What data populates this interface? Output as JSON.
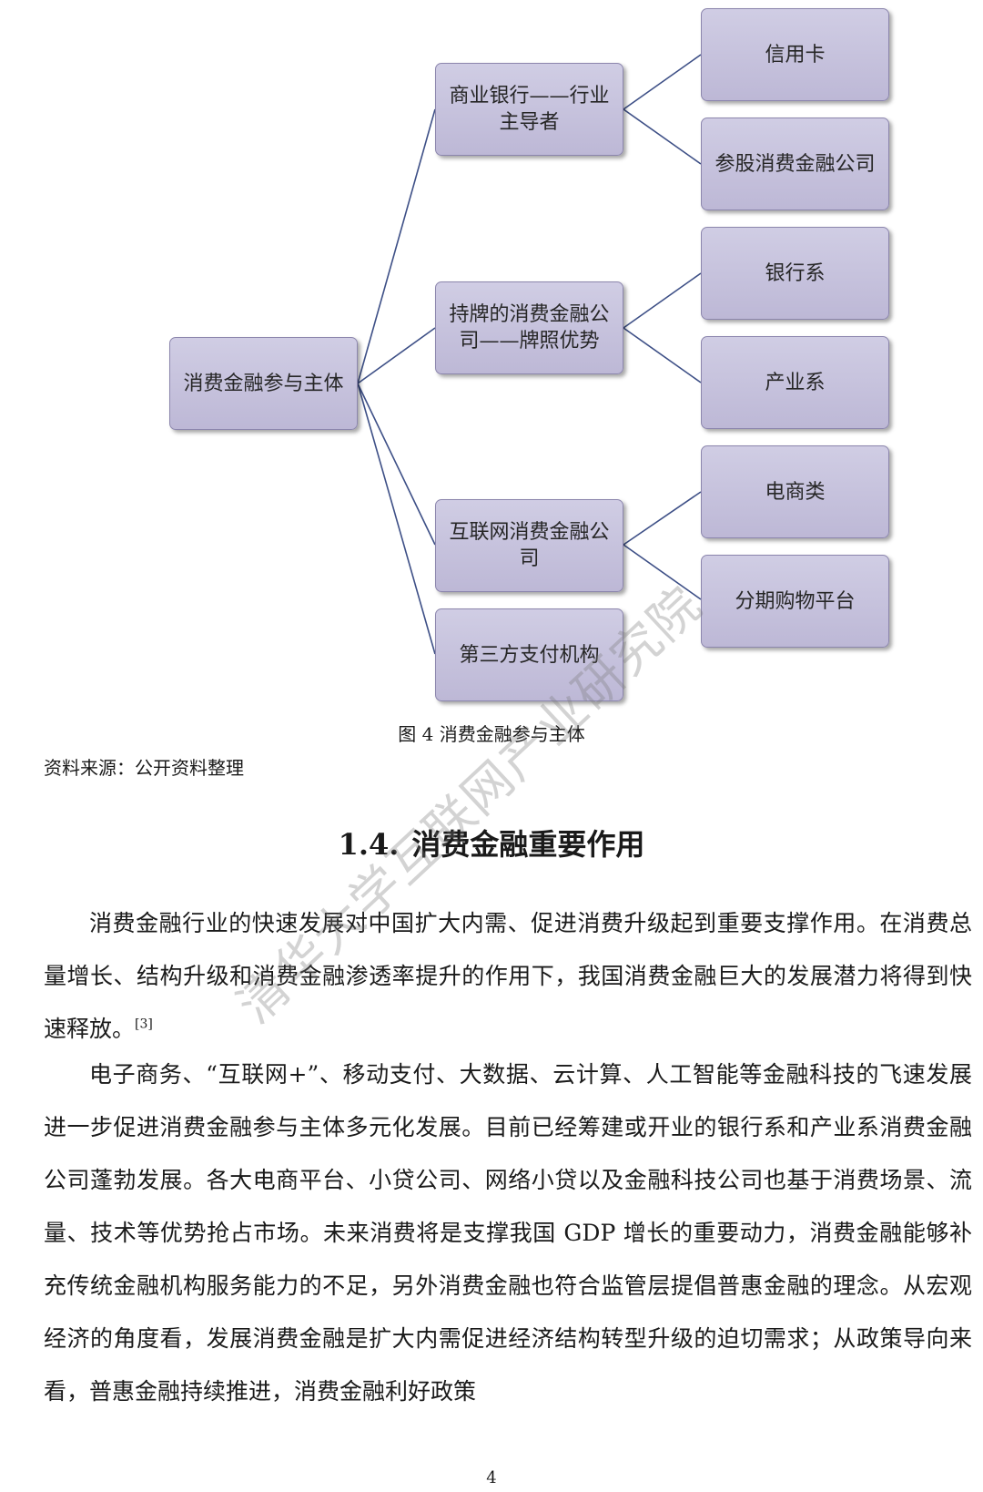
{
  "diagram": {
    "root": "消费金融参与主体",
    "branches": [
      {
        "label": "商业银行——行业主导者",
        "children": [
          "信用卡",
          "参股消费金融公司"
        ]
      },
      {
        "label": "持牌的消费金融公司——牌照优势",
        "children": [
          "银行系",
          "产业系"
        ]
      },
      {
        "label": "互联网消费金融公司",
        "children": [
          "电商类",
          "分期购物平台"
        ]
      },
      {
        "label": "第三方支付机构",
        "children": []
      }
    ]
  },
  "caption": "图 4  消费金融参与主体",
  "source": "资料来源：公开资料整理",
  "section": {
    "number": "1.4.",
    "title": "消费金融重要作用"
  },
  "paragraphs": {
    "p1": "消费金融行业的快速发展对中国扩大内需、促进消费升级起到重要支撑作用。在消费总量增长、结构升级和消费金融渗透率提升的作用下，我国消费金融巨大的发展潜力将得到快速释放。",
    "p1_ref": "[3]",
    "p2": "电子商务、“互联网+”、移动支付、大数据、云计算、人工智能等金融科技的飞速发展进一步促进消费金融参与主体多元化发展。目前已经筹建或开业的银行系和产业系消费金融公司蓬勃发展。各大电商平台、小贷公司、网络小贷以及金融科技公司也基于消费场景、流量、技术等优势抢占市场。未来消费将是支撑我国 GDP 增长的重要动力，消费金融能够补充传统金融机构服务能力的不足，另外消费金融也符合监管层提倡普惠金融的理念。从宏观经济的角度看，发展消费金融是扩大内需促进经济结构转型升级的迫切需求；从政策导向来看，普惠金融持续推进，消费金融利好政策"
  },
  "watermark": "清华大学互联网产业研究院",
  "page_number": "4",
  "colors": {
    "node_fill": "#c7c3de",
    "node_border": "#8c86ad",
    "connector": "#3d4f86"
  }
}
